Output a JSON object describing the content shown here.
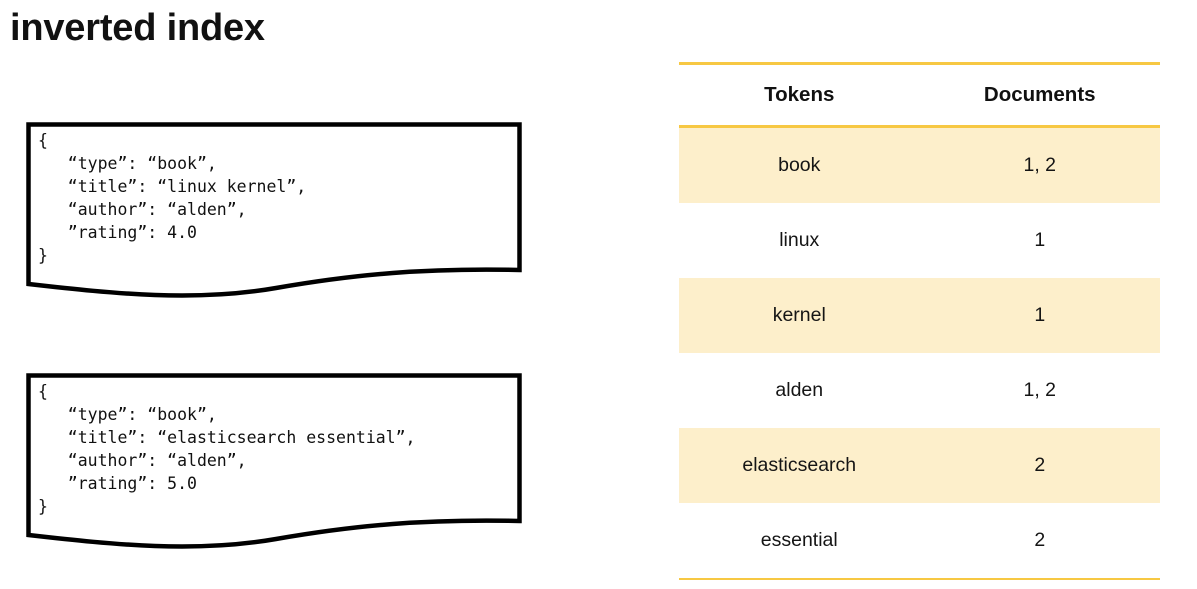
{
  "page": {
    "title": "inverted index"
  },
  "documents": [
    {
      "name": "document-card-1",
      "code": "{\n   “type”: “book”,\n   “title”: “linux kernel”,\n   “author”: “alden”,\n   ”rating”: 4.0\n}"
    },
    {
      "name": "document-card-2",
      "code": "{\n   “type”: “book”,\n   “title”: “elasticsearch essential”,\n   “author”: “alden”,\n   ”rating”: 5.0\n}"
    }
  ],
  "index_table": {
    "columns": [
      "Tokens",
      "Documents"
    ],
    "rows": [
      {
        "token": "book",
        "documents": "1, 2"
      },
      {
        "token": "linux",
        "documents": "1"
      },
      {
        "token": "kernel",
        "documents": "1"
      },
      {
        "token": "alden",
        "documents": "1, 2"
      },
      {
        "token": "elasticsearch",
        "documents": "2"
      },
      {
        "token": "essential",
        "documents": "2"
      }
    ]
  },
  "colors": {
    "accent_rule": "#F7C843",
    "row_highlight": "#FDEFCB",
    "text": "#111111",
    "card_outline": "#000000",
    "background": "#FFFFFF"
  }
}
